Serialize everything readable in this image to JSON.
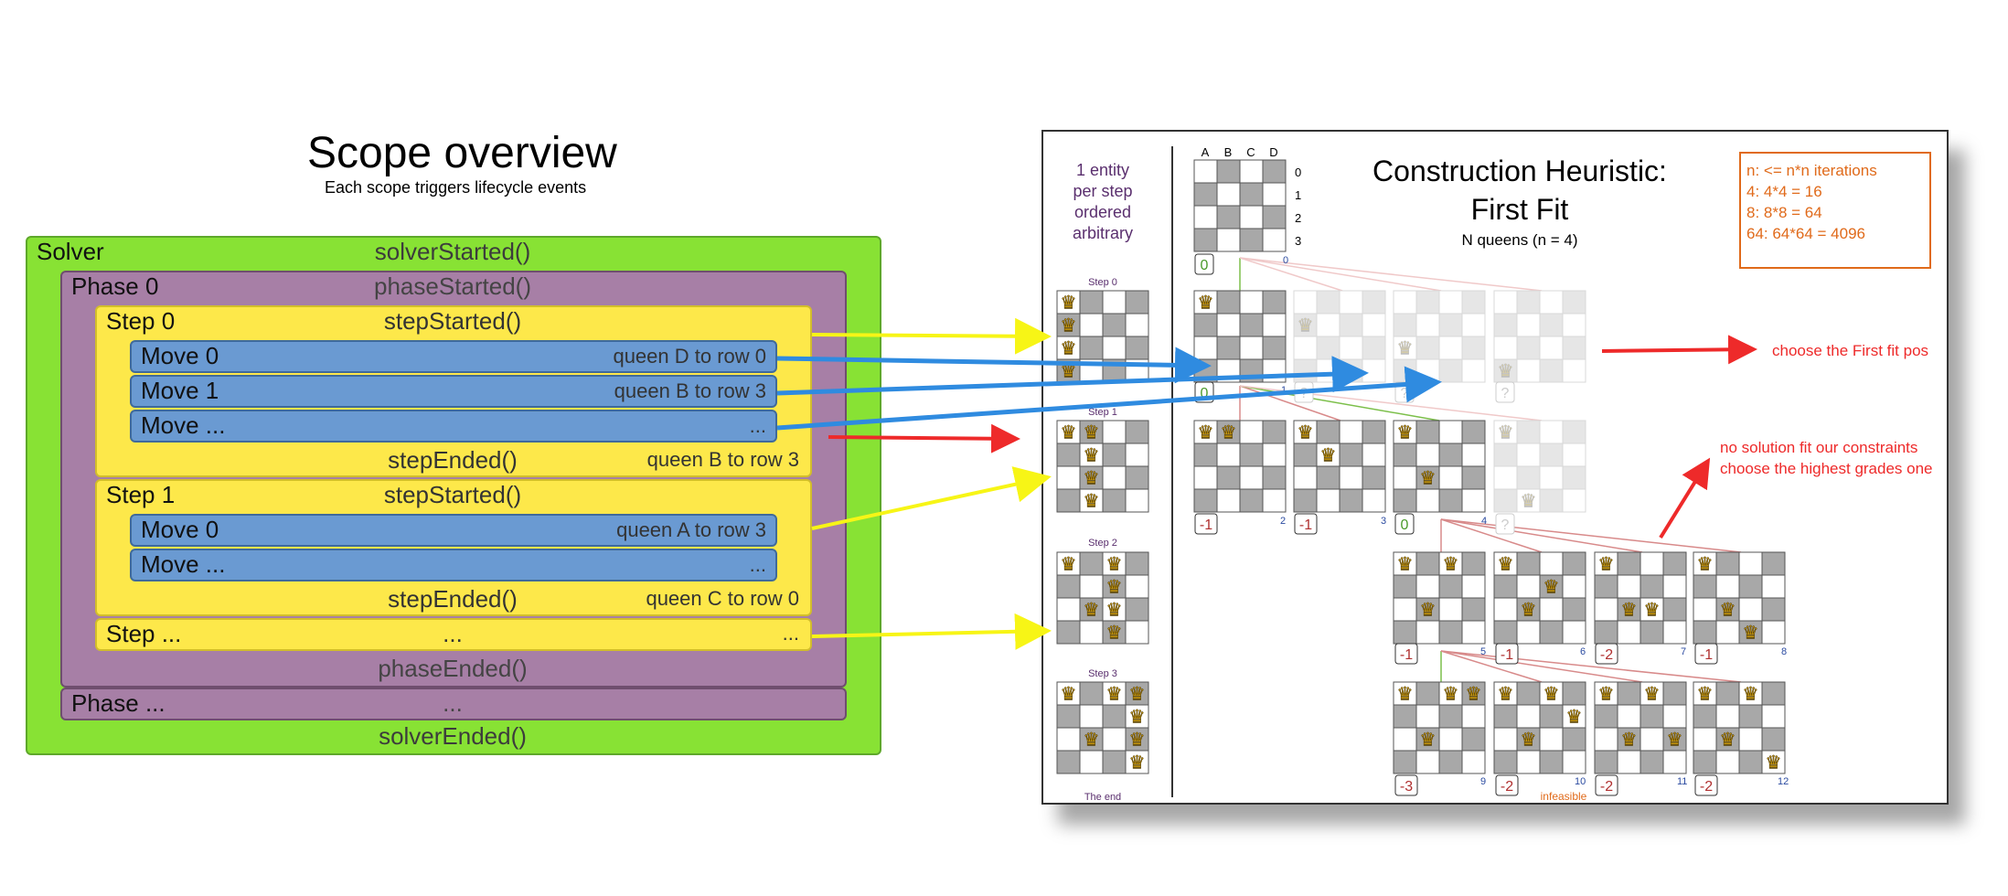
{
  "left": {
    "title": "Scope overview",
    "subtitle": "Each scope triggers lifecycle events",
    "solver": {
      "label": "Solver",
      "start": "solverStarted()",
      "end": "solverEnded()"
    },
    "phase0": {
      "label": "Phase 0",
      "start": "phaseStarted()",
      "end": "phaseEnded()"
    },
    "phase_more": {
      "label": "Phase ...",
      "dots": "..."
    },
    "step0": {
      "label": "Step 0",
      "start": "stepStarted()",
      "end": "stepEnded()",
      "result": "queen B to row 3",
      "moves": [
        {
          "label": "Move 0",
          "text": "queen D to row 0"
        },
        {
          "label": "Move 1",
          "text": "queen B to row 3"
        },
        {
          "label": "Move ...",
          "text": "..."
        }
      ]
    },
    "step1": {
      "label": "Step 1",
      "start": "stepStarted()",
      "end": "stepEnded()",
      "result": "queen C to row 0",
      "moves": [
        {
          "label": "Move 0",
          "text": "queen A to row 3"
        },
        {
          "label": "Move ...",
          "text": "..."
        }
      ]
    },
    "step_more": {
      "label": "Step ...",
      "mid": "...",
      "right": "..."
    }
  },
  "colors": {
    "solver": "#88e234",
    "phase": "#a77fa6",
    "step": "#fde84a",
    "move": "#6a9ad2",
    "arrow_yellow": "#f7f516",
    "arrow_blue": "#2f8be0",
    "arrow_red": "#ee2a2a",
    "score_neg": "#b03030",
    "score_zero": "#4a9a2a",
    "purple_text": "#5a2f6e",
    "orange": "#e06a1a"
  },
  "panel": {
    "title_line1": "Construction Heuristic:",
    "title_line2": "First Fit",
    "subtitle": "N queens (n = 4)",
    "side_note": [
      "1 entity",
      "per step",
      "ordered",
      "arbitrary"
    ],
    "info_box": [
      "n: <= n*n iterations",
      "4: 4*4 = 16",
      "8: 8*8 = 64",
      "64: 64*64 = 4096"
    ],
    "col_labels": [
      "A",
      "B",
      "C",
      "D"
    ],
    "row_labels": [
      "0",
      "1",
      "2",
      "3"
    ],
    "step_labels": [
      "Step 0",
      "Step 1",
      "Step 2",
      "Step 3",
      "The end"
    ],
    "root_score": "0",
    "root_index": "0",
    "row1_scores": [
      "0",
      "?",
      "?",
      "?"
    ],
    "row1_indices": [
      "1"
    ],
    "row2_scores": [
      "-1",
      "-1",
      "0",
      "?"
    ],
    "row2_indices": [
      "2",
      "3",
      "4"
    ],
    "row3_scores": [
      "-1",
      "-1",
      "-2",
      "-1"
    ],
    "row3_indices": [
      "5",
      "6",
      "7",
      "8"
    ],
    "row4_scores": [
      "-3",
      "-2",
      "-2",
      "-2"
    ],
    "row4_indices": [
      "9",
      "10",
      "11",
      "12"
    ],
    "infeasible": "infeasible"
  },
  "annotations": {
    "first_fit": "choose the First fit pos",
    "no_solution_1": "no solution fit our constraints",
    "no_solution_2": "choose the highest grades one"
  }
}
